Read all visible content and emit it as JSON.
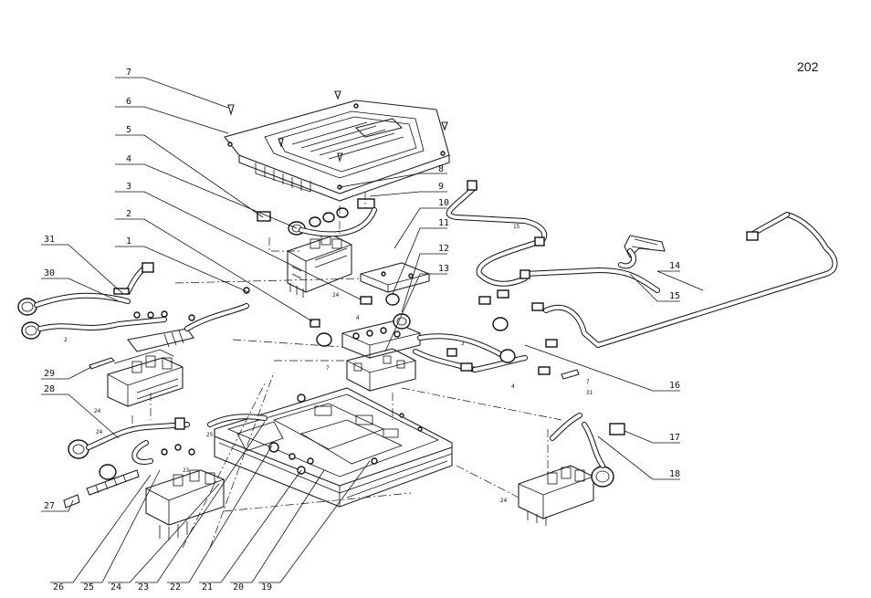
{
  "page": {
    "number": "202"
  },
  "callouts": {
    "left": [
      "7",
      "6",
      "5",
      "4",
      "3",
      "2",
      "1",
      "31",
      "30",
      "29",
      "28",
      "27"
    ],
    "bottom": [
      "26",
      "25",
      "24",
      "23",
      "22",
      "21",
      "20",
      "19"
    ],
    "right": [
      "8",
      "9",
      "10",
      "11",
      "12",
      "13",
      "14",
      "15",
      "16",
      "17",
      "18"
    ]
  },
  "inline_labels": {
    "l24a": "24",
    "l24b": "24",
    "l24c": "24",
    "l24d": "24",
    "l15": "15",
    "l7a": "7",
    "l7b": "7",
    "l4a": "4",
    "l4b": "4",
    "l3": "3",
    "l31": "31",
    "l25": "25",
    "l2": "2",
    "l23": "23"
  }
}
